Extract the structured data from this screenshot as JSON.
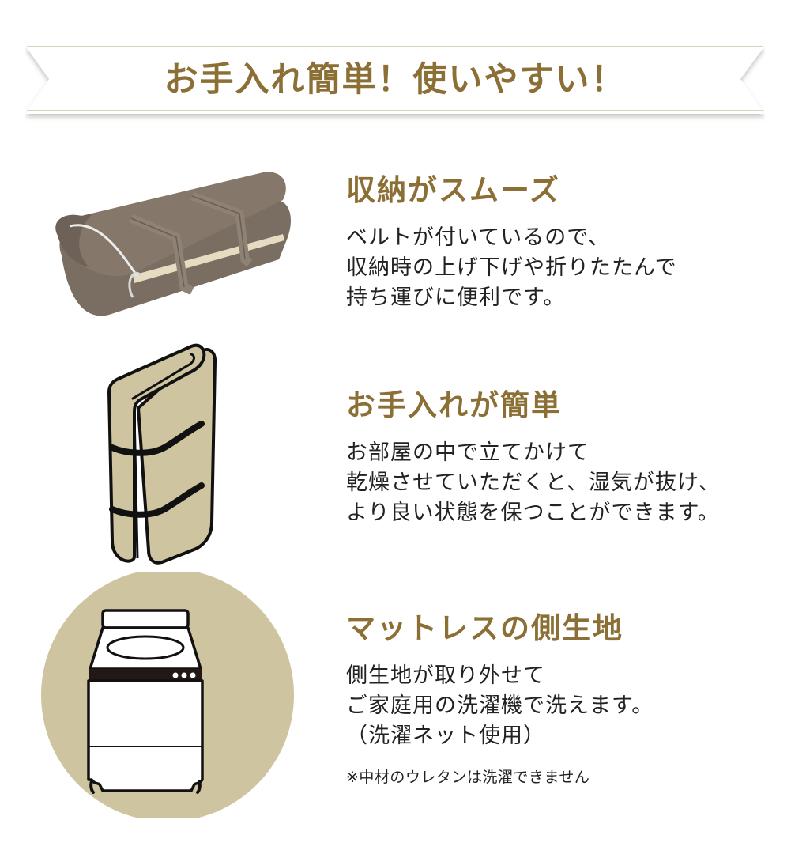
{
  "banner": {
    "title": "お手入れ簡単！使いやすい！"
  },
  "colors": {
    "accent_gold": "#8c6f35",
    "body_text": "#222222",
    "beige_fill": "#cfc4a0",
    "mattress_brown": "#7b6e63"
  },
  "sections": [
    {
      "icon": "rolled-mattress-image",
      "heading": "収納がスムーズ",
      "body_lines": [
        "ベルトが付いているので、",
        "収納時の上げ下げや折りたたんで",
        "持ち運びに便利です。"
      ]
    },
    {
      "icon": "standing-folded-mattress-icon",
      "heading": "お手入れが簡単",
      "body_lines": [
        "お部屋の中で立てかけて",
        "乾燥させていただくと、湿気が抜け、",
        "より良い状態を保つことができます。"
      ]
    },
    {
      "icon": "washing-machine-icon",
      "heading": "マットレスの側生地",
      "body_lines": [
        "側生地が取り外せて",
        "ご家庭用の洗濯機で洗えます。",
        "（洗濯ネット使用）"
      ],
      "note": "※中材のウレタンは洗濯できません"
    }
  ]
}
